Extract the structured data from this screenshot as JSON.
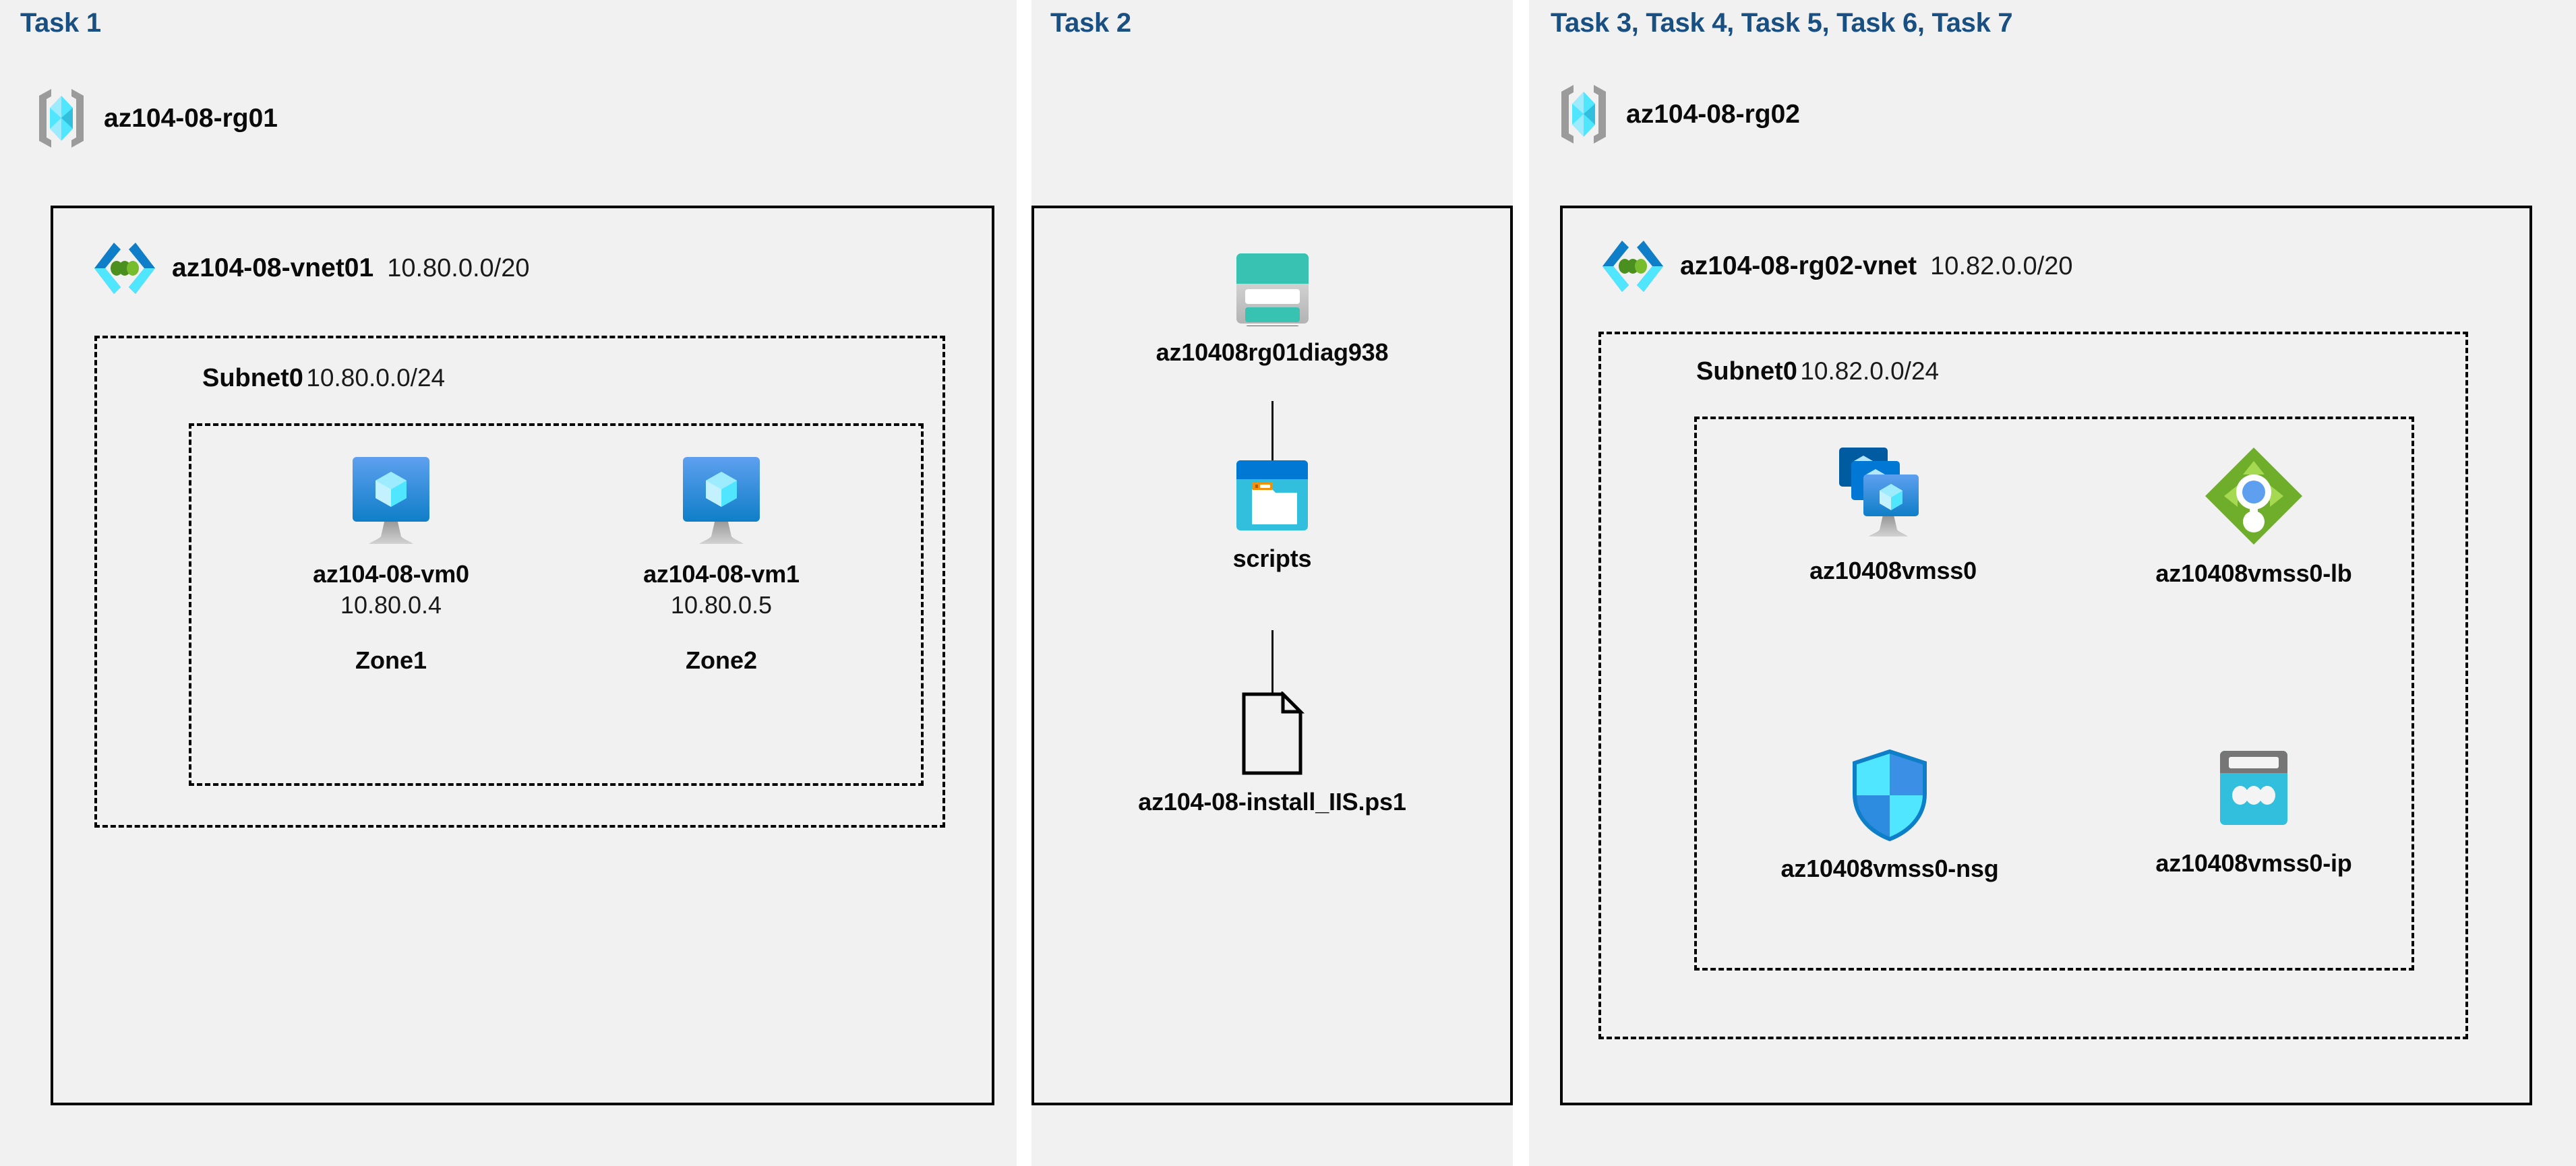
{
  "columns": [
    {
      "id": "task1",
      "header": "Task 1",
      "resource_group": {
        "name": "az104-08-rg01",
        "icon": "resource-group-icon"
      },
      "vnet": {
        "name": "az104-08-vnet01",
        "cidr": "10.80.0.0/20",
        "icon": "virtual-network-icon"
      },
      "subnet": {
        "name": "Subnet0",
        "cidr": "10.80.0.0/24"
      },
      "vms": [
        {
          "name": "az104-08-vm0",
          "ip": "10.80.0.4",
          "zone": "Zone1",
          "icon": "virtual-machine-icon"
        },
        {
          "name": "az104-08-vm1",
          "ip": "10.80.0.5",
          "zone": "Zone2",
          "icon": "virtual-machine-icon"
        }
      ]
    },
    {
      "id": "task2",
      "header": "Task 2",
      "nodes": [
        {
          "name": "az10408rg01diag938",
          "icon": "storage-account-icon"
        },
        {
          "name": "scripts",
          "icon": "blob-container-icon"
        },
        {
          "name": "az104-08-install_IIS.ps1",
          "icon": "script-file-icon"
        }
      ]
    },
    {
      "id": "task3",
      "header": "Task 3, Task 4, Task 5, Task 6, Task 7",
      "resource_group": {
        "name": "az104-08-rg02",
        "icon": "resource-group-icon"
      },
      "vnet": {
        "name": "az104-08-rg02-vnet",
        "cidr": "10.82.0.0/20",
        "icon": "virtual-network-icon"
      },
      "subnet": {
        "name": "Subnet0",
        "cidr": "10.82.0.0/24"
      },
      "resources": [
        {
          "name": "az10408vmss0",
          "icon": "vm-scale-set-icon"
        },
        {
          "name": "az10408vmss0-lb",
          "icon": "load-balancer-icon"
        },
        {
          "name": "az10408vmss0-nsg",
          "icon": "network-security-group-icon"
        },
        {
          "name": "az10408vmss0-ip",
          "icon": "public-ip-address-icon"
        }
      ]
    }
  ],
  "colors": {
    "panel_background": "#f1f1f1",
    "page_background": "#ffffff",
    "task_header": "#1a5081",
    "border": "#000000",
    "text": "#0a0a0a",
    "azure_blue": "#0078d4",
    "azure_cyan": "#50e6ff",
    "storage_teal": "#37c2b1",
    "storage_teal_dark": "#1f7a6e",
    "lb_green": "#6fae2a",
    "lb_green_light": "#a5d952",
    "vmss_dark": "#005ba1",
    "public_ip_gray": "#767676"
  }
}
